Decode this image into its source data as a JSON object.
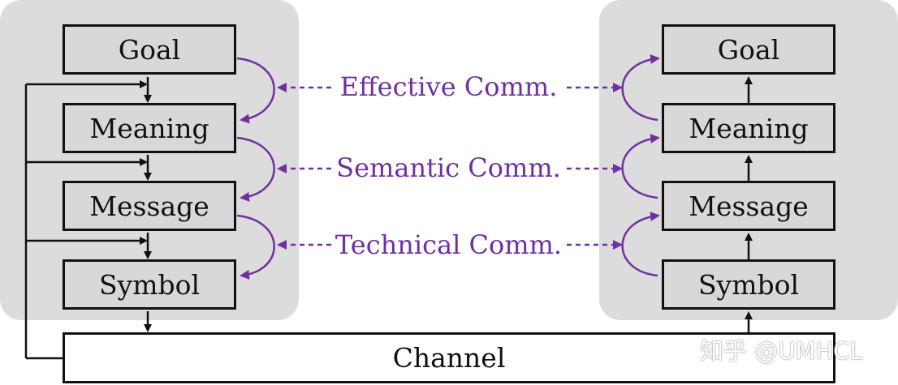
{
  "sender": {
    "boxes": [
      "Goal",
      "Meaning",
      "Message",
      "Symbol"
    ]
  },
  "receiver": {
    "boxes": [
      "Goal",
      "Meaning",
      "Message",
      "Symbol"
    ]
  },
  "channel": "Channel",
  "comm_levels": [
    "Effective Comm.",
    "Semantic Comm.",
    "Technical Comm."
  ],
  "watermark": "知乎 @UMHCL",
  "colors": {
    "panel": "#dcdcdc",
    "box": "#d8d8d8",
    "accent": "#7030a0",
    "line": "#111111"
  }
}
